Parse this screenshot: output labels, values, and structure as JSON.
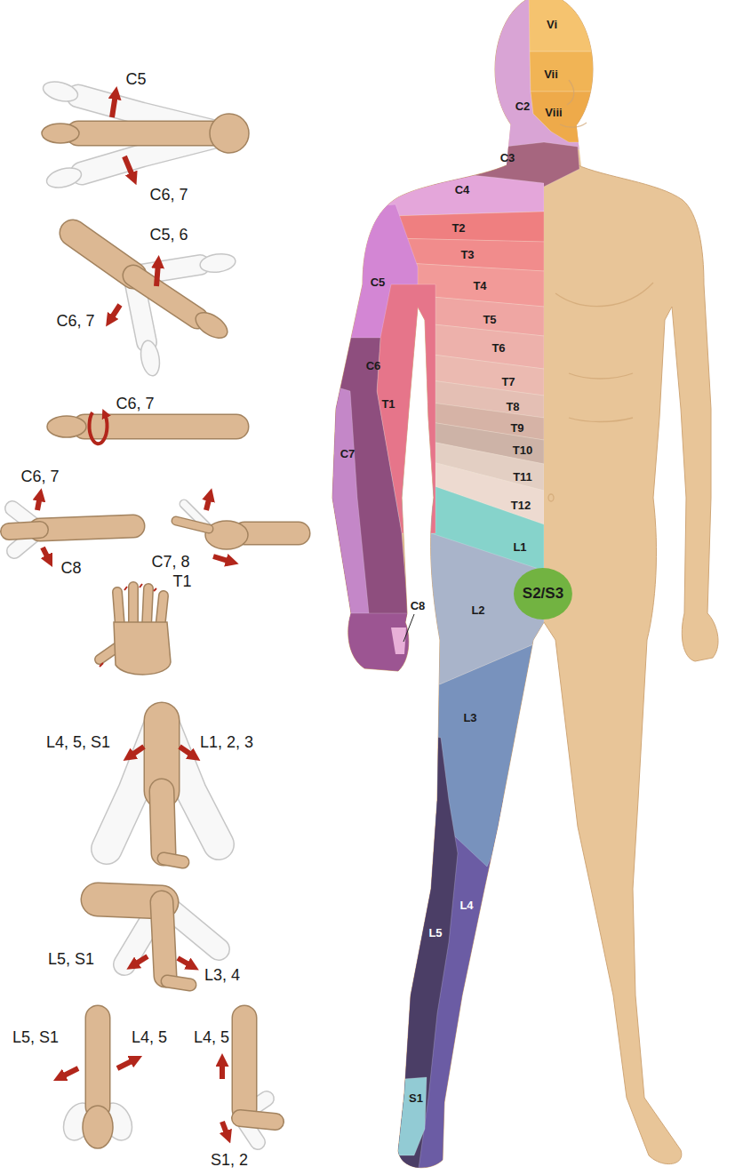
{
  "diagram": {
    "nodes": [
      {
        "text": [
          "S2/S3"
        ]
      }
    ],
    "labels": [
      "C5",
      "C6, 7",
      "C5, 6",
      "C6, 7",
      "C6, 7",
      "C6, 7",
      "C8",
      "C7, 8",
      "T1",
      "L4, 5, S1",
      "L1, 2, 3",
      "L5, S1",
      "L3, 4",
      "L5, S1",
      "L4, 5",
      "L4, 5",
      "S1, 2",
      "Vi",
      "Vii",
      "Viii",
      "C2",
      "C3",
      "C4",
      "T2",
      "T3",
      "C5",
      "T4",
      "T5",
      "T6",
      "C6",
      "T7",
      "T1",
      "T8",
      "T9",
      "C7",
      "T10",
      "T11",
      "T12",
      "L1",
      "C8",
      "L2",
      "L3",
      "L4",
      "L5",
      "S1"
    ]
  }
}
